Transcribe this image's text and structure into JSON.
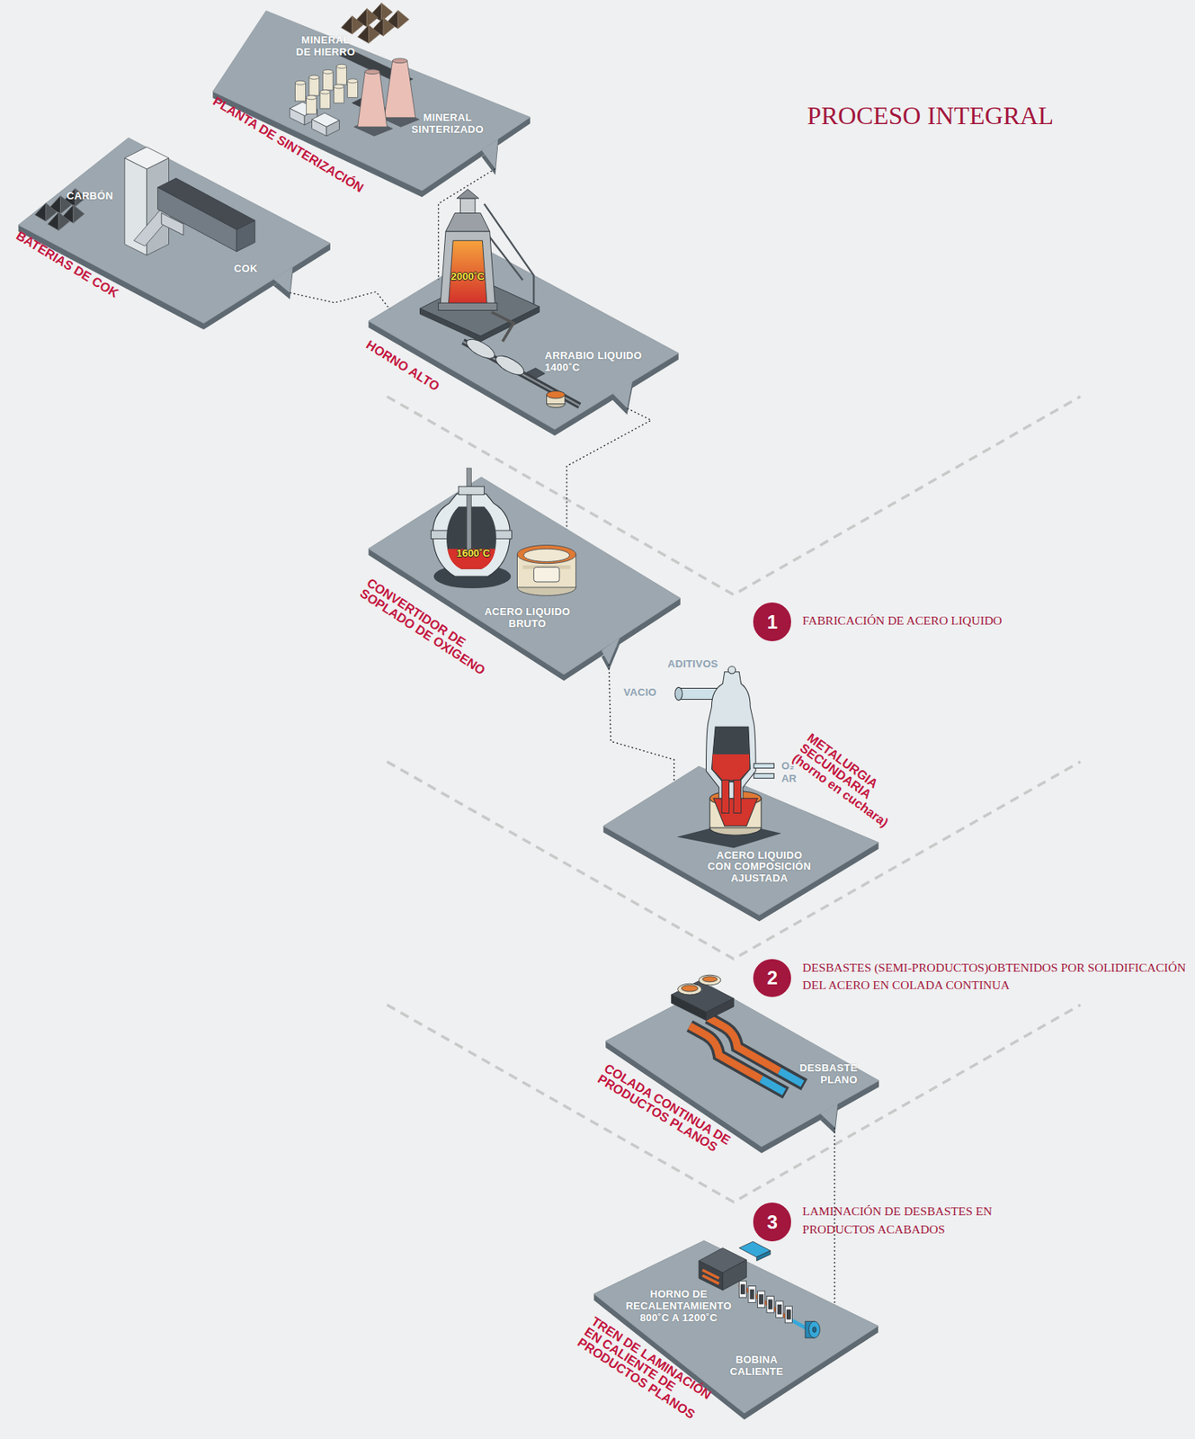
{
  "diagram": {
    "title": "PROCESO INTEGRAL",
    "nodes": [
      {
        "text": [
          "PLANTA DE SINTERIZACIÓN",
          "MINERAL DE HIERRO",
          "MINERAL SINTERIZADO"
        ]
      },
      {
        "text": [
          "BATERIAS DE COK",
          "CARBÓN",
          "COK"
        ]
      },
      {
        "text": [
          "HORNO ALTO",
          "2000˚C",
          "ARRABIO LIQUIDO 1400˚C"
        ]
      },
      {
        "text": [
          "CONVERTIDOR DE SOPLADO DE OXIGENO",
          "1600˚C",
          "ACERO LIQUIDO BRUTO"
        ]
      },
      {
        "text": [
          "1",
          "FABRICACIÓN DE ACERO LIQUIDO"
        ]
      },
      {
        "text": [
          "METALURGIA SECUNDARIA (horno en cuchara)",
          "ACERO LIQUIDO CON COMPOSICIÓN AJUSTADA"
        ]
      },
      {
        "text": [
          "2",
          "DESBASTES (SEMI-PRODUCTOS)OBTENIDOS POR SOLIDIFICACIÓN DEL ACERO EN COLADA CONTINUA"
        ]
      },
      {
        "text": [
          "COLADA CONTINUA DE PRODUCTOS PLANOS",
          "DESBASTE PLANO"
        ]
      },
      {
        "text": [
          "3",
          "LAMINACIÓN DE DESBASTES EN PRODUCTOS ACABADOS"
        ]
      },
      {
        "text": [
          "TREN DE LAMINACIÓN EN CALIENTE DE PRODUCTOS PLANOS",
          "HORNO DE RECALENTAMIENTO 800˚C A 1200˚C",
          "BOBINA CALIENTE"
        ]
      }
    ],
    "edges": [
      {
        "from": 0,
        "to": 2,
        "arrow": "none"
      },
      {
        "from": 1,
        "to": 2,
        "arrow": "none"
      },
      {
        "from": 2,
        "to": 3,
        "arrow": "none"
      },
      {
        "from": 3,
        "to": 5,
        "arrow": "none"
      },
      {
        "from": 7,
        "to": 9,
        "arrow": "none"
      }
    ],
    "labels": [
      "ADITIVOS",
      "VACIO",
      "O₂",
      "AR"
    ]
  }
}
